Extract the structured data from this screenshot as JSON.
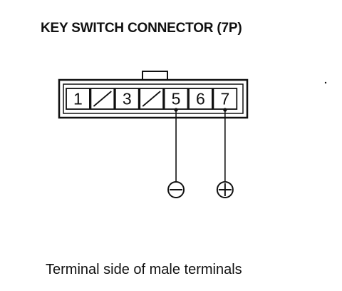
{
  "diagram": {
    "title": "KEY SWITCH CONNECTOR (7P)",
    "caption": "Terminal side of male terminals",
    "cavities": [
      {
        "label": "1",
        "empty": false
      },
      {
        "label": "",
        "empty": true
      },
      {
        "label": "3",
        "empty": false
      },
      {
        "label": "",
        "empty": true
      },
      {
        "label": "5",
        "empty": false
      },
      {
        "label": "6",
        "empty": false
      },
      {
        "label": "7",
        "empty": false
      }
    ],
    "probes": [
      {
        "terminal": "5",
        "polarity": "negative",
        "icon": "minus-circle-icon"
      },
      {
        "terminal": "7",
        "polarity": "positive",
        "icon": "plus-circle-icon"
      }
    ],
    "colors": {
      "ink": "#111111",
      "background": "#ffffff"
    }
  }
}
